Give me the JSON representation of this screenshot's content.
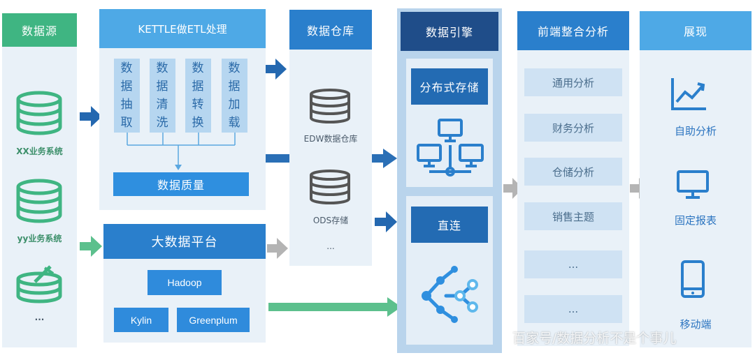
{
  "columns": {
    "source": "数据源",
    "etl": "KETTLE做ETL处理",
    "warehouse": "数据仓库",
    "engine": "数据引擎",
    "frontend": "前端整合分析",
    "display": "展现"
  },
  "sources": [
    "XX业务系统",
    "yy业务系统",
    "..."
  ],
  "etl_steps": [
    "数据抽取",
    "数据清洗",
    "数据转换",
    "数据加载"
  ],
  "data_quality": "数据质量",
  "bigdata": {
    "title": "大数据平台",
    "items": [
      "Hadoop",
      "Kylin",
      "Greenplum"
    ]
  },
  "warehouse_items": [
    "EDW数据仓库",
    "ODS存储",
    "..."
  ],
  "engine_items": [
    "分布式存储",
    "直连"
  ],
  "analysis_items": [
    "通用分析",
    "财务分析",
    "仓储分析",
    "销售主题",
    "...",
    "..."
  ],
  "display_items": [
    "自助分析",
    "固定报表",
    "移动端"
  ],
  "watermark": "百家号/数据分析不是个事儿",
  "icons": [
    "database-icon",
    "network-computers-icon",
    "node-graph-icon",
    "line-chart-icon",
    "monitor-icon",
    "mobile-icon"
  ],
  "colors": {
    "blue": "#2e86d1",
    "green": "#3fb582",
    "navy": "#1f4d89",
    "panel": "#e9f1f8"
  }
}
